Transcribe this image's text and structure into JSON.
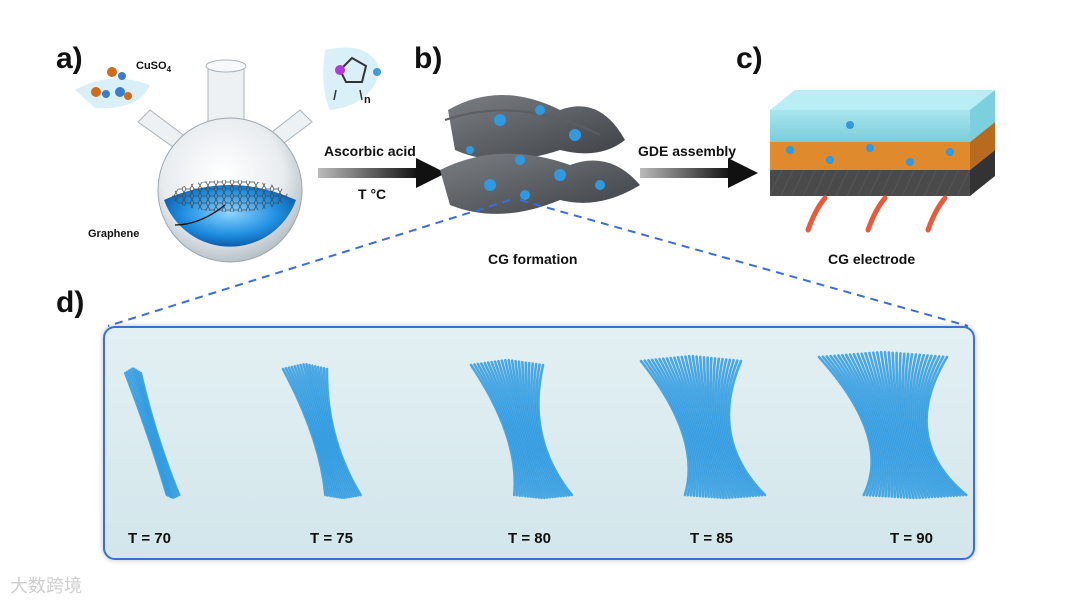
{
  "panels": {
    "a": {
      "label": "a)",
      "reagent": "CuSO",
      "reagent_sub": "4",
      "monomer_sub": "n",
      "material": "Graphene"
    },
    "b": {
      "label": "b)",
      "caption": "CG formation"
    },
    "c": {
      "label": "c)",
      "caption": "CG electrode"
    },
    "d": {
      "label": "d)"
    }
  },
  "arrows": {
    "ab": {
      "top": "Ascorbic acid",
      "bottom": "T °C"
    },
    "bc": {
      "top": "GDE assembly"
    }
  },
  "temperatures": [
    "T = 70",
    "T = 75",
    "T = 80",
    "T = 85",
    "T = 90"
  ],
  "watermark": "大数跨境",
  "colors": {
    "accent": "#3b6fd6",
    "fiber": "#2f9ae0",
    "copper": "#e08a2e"
  }
}
